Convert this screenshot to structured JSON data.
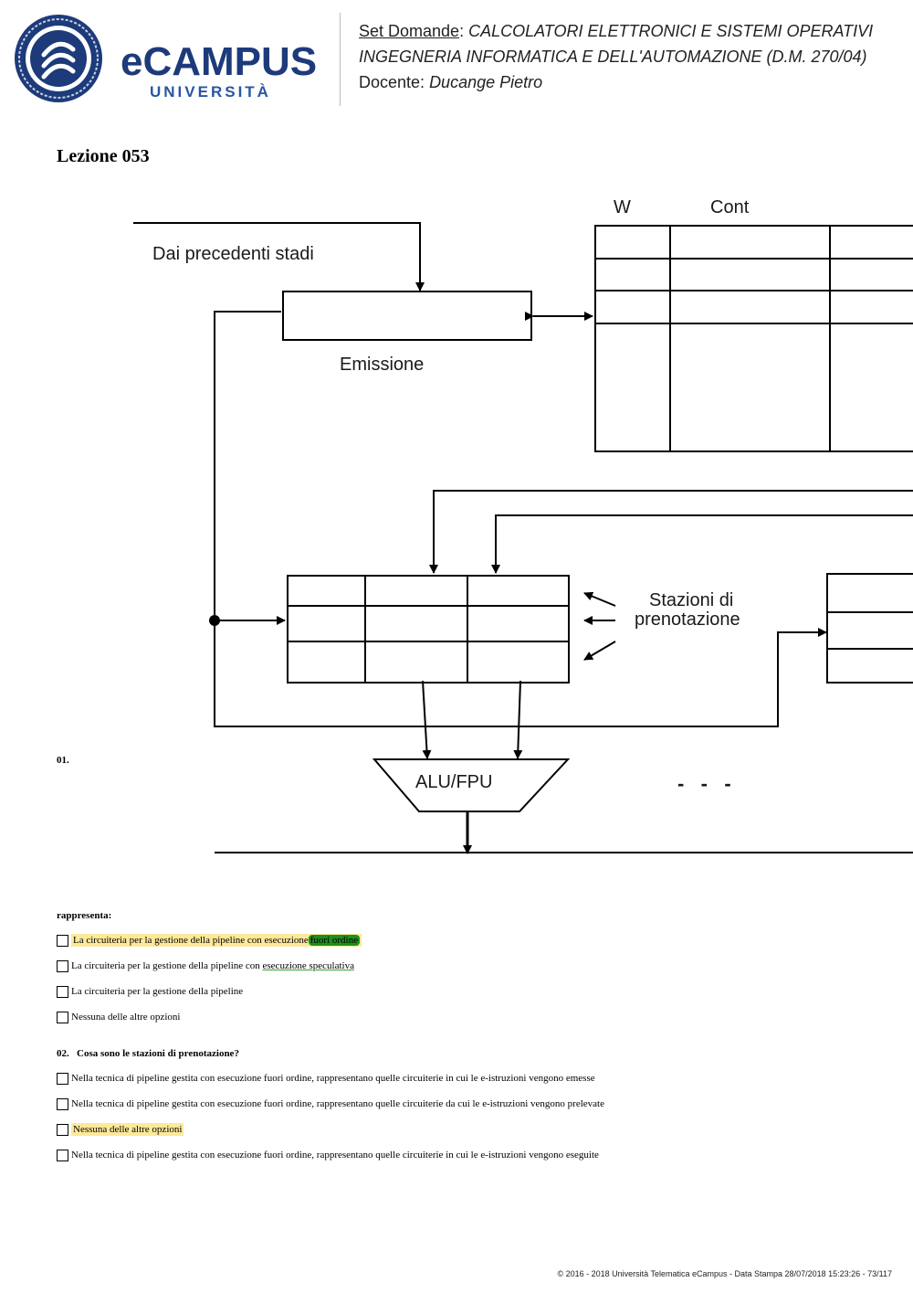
{
  "header": {
    "logo_word": "eCAMPUS",
    "logo_sub": "UNIVERSITÀ",
    "set_label": "Set Domande",
    "course": "CALCOLATORI ELETTRONICI E SISTEMI OPERATIVI",
    "degree": "INGEGNERIA INFORMATICA E DELL'AUTOMAZIONE (D.M. 270/04)",
    "teacher_label": "Docente:",
    "teacher": "Ducange Pietro"
  },
  "lesson_title": "Lezione 053",
  "diagram": {
    "label_w": "W",
    "label_cont": "Cont",
    "label_from": "Dai precedenti stadi",
    "label_issue": "Emissione",
    "label_stations_1": "Stazioni di",
    "label_stations_2": "prenotazione",
    "label_alu": "ALU/FPU",
    "label_dots": "-   -   -"
  },
  "q1": {
    "number": "01.",
    "tail": "rappresenta:",
    "options": [
      {
        "pre": "La circuiteria per la gestione della pipeline con esecuzione",
        "hl": "fuori ordine"
      },
      {
        "pre": "La circuiteria per la gestione della pipeline con ",
        "ul": "esecuzione speculativa"
      },
      {
        "text": "La circuiteria per la gestione della pipeline"
      },
      {
        "text": "Nessuna delle altre opzioni"
      }
    ]
  },
  "q2": {
    "title": "02.   Cosa sono le stazioni di prenotazione?",
    "options": [
      "Nella tecnica di pipeline gestita con esecuzione fuori ordine, rappresentano quelle circuiterie in cui le e-istruzioni vengono emesse",
      "Nella tecnica di pipeline gestita con esecuzione fuori ordine, rappresentano quelle circuiterie da cui le e-istruzioni vengono prelevate",
      "Nessuna delle altre opzioni",
      "Nella tecnica di pipeline gestita con esecuzione fuori ordine, rappresentano quelle circuiterie in cui le e-istruzioni vengono eseguite"
    ]
  },
  "footer": "© 2016 - 2018 Università Telematica eCampus - Data Stampa 28/07/2018 15:23:26 - 73/117",
  "colors": {
    "brand_blue": "#1d3b7a",
    "highlight_yellow": "#fde99a",
    "highlight_green": "#1e8f1e"
  }
}
